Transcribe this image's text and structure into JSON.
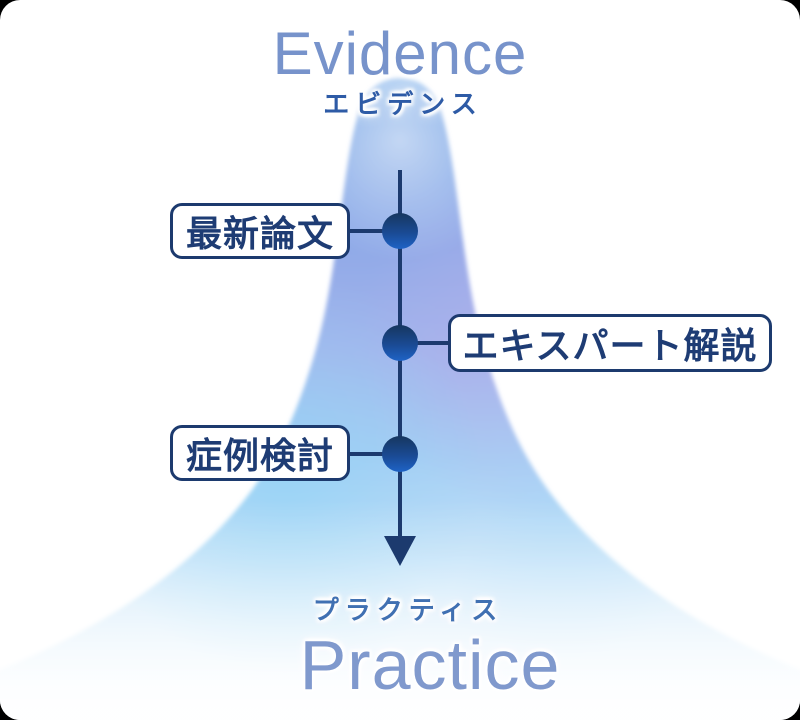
{
  "diagram": {
    "top_title": {
      "en": "Evidence",
      "jp": "エビデンス"
    },
    "bottom_title": {
      "jp": "プラクティス",
      "en": "Practice"
    },
    "flow_nodes": [
      {
        "label": "最新論文",
        "side": "left"
      },
      {
        "label": "エキスパート解説",
        "side": "right"
      },
      {
        "label": "症例検討",
        "side": "left"
      }
    ],
    "colors": {
      "navy_line": "#1c3a6e",
      "label_text": "#1e3c74",
      "evidence_en": "#7793cb",
      "evidence_jp": "#2e5ba6",
      "practice_jp": "#4070b2",
      "practice_en": "#8099cd",
      "node_gradient_top": "#16365f",
      "node_gradient_bottom": "#1e63c6",
      "mountain_blue": "#78a5e6",
      "mountain_lavender": "#b1aeea",
      "mountain_cyan": "#8fd4f6"
    }
  }
}
